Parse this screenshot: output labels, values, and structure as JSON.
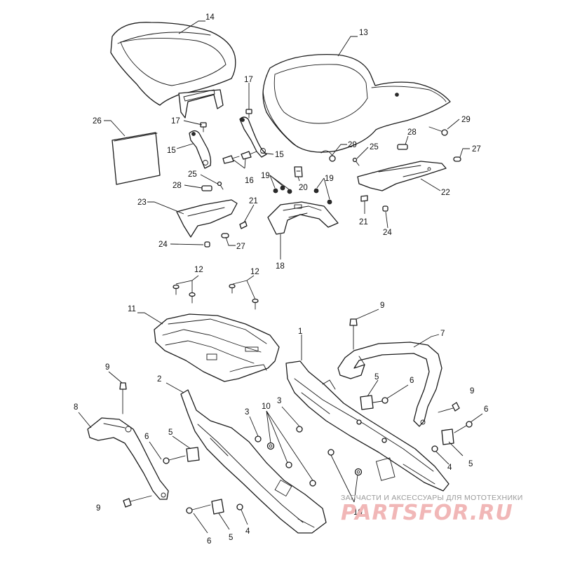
{
  "callouts": [
    {
      "label": "14"
    },
    {
      "label": "13"
    },
    {
      "label": "17"
    },
    {
      "label": "17"
    },
    {
      "label": "26"
    },
    {
      "label": "15"
    },
    {
      "label": "15"
    },
    {
      "label": "16"
    },
    {
      "label": "29"
    },
    {
      "label": "29"
    },
    {
      "label": "28"
    },
    {
      "label": "28"
    },
    {
      "label": "25"
    },
    {
      "label": "25"
    },
    {
      "label": "27"
    },
    {
      "label": "27"
    },
    {
      "label": "20"
    },
    {
      "label": "19"
    },
    {
      "label": "19"
    },
    {
      "label": "22"
    },
    {
      "label": "23"
    },
    {
      "label": "21"
    },
    {
      "label": "21"
    },
    {
      "label": "24"
    },
    {
      "label": "24"
    },
    {
      "label": "18"
    },
    {
      "label": "12"
    },
    {
      "label": "12"
    },
    {
      "label": "11"
    },
    {
      "label": "9"
    },
    {
      "label": "9"
    },
    {
      "label": "9"
    },
    {
      "label": "9"
    },
    {
      "label": "1"
    },
    {
      "label": "7"
    },
    {
      "label": "2"
    },
    {
      "label": "8"
    },
    {
      "label": "5"
    },
    {
      "label": "5"
    },
    {
      "label": "5"
    },
    {
      "label": "5"
    },
    {
      "label": "6"
    },
    {
      "label": "6"
    },
    {
      "label": "6"
    },
    {
      "label": "6"
    },
    {
      "label": "3"
    },
    {
      "label": "3"
    },
    {
      "label": "10"
    },
    {
      "label": "10"
    },
    {
      "label": "4"
    },
    {
      "label": "4"
    }
  ],
  "watermark": {
    "tagline": "ЗАПЧАСТИ И АКСЕССУАРЫ ДЛЯ МОТОТЕХНИКИ",
    "logo": "PARTSFOR.RU",
    "color": "#f1b7b7"
  }
}
